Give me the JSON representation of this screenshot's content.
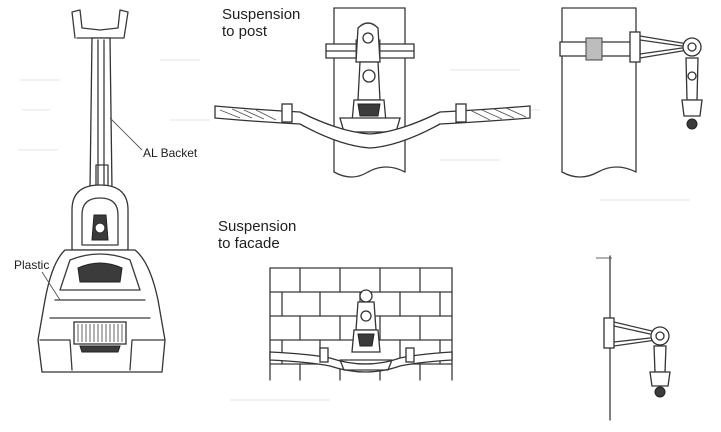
{
  "labels": {
    "al_bracket": "AL Backet",
    "plastic": "Plastic",
    "suspension_post": [
      "Suspension",
      "to post"
    ],
    "suspension_facade": [
      "Suspension",
      "to facade"
    ]
  }
}
